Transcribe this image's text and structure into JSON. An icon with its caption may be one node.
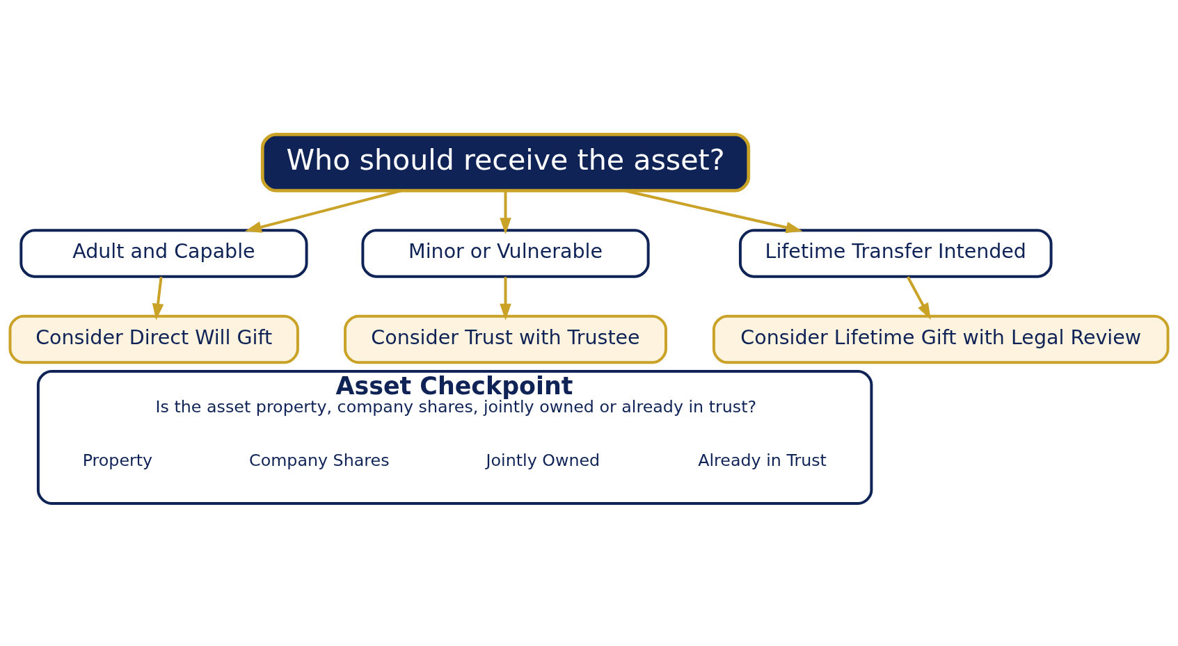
{
  "diagram": {
    "nodes": [
      {
        "text": [
          "Who should receive the asset?"
        ]
      },
      {
        "text": [
          "Adult and Capable"
        ]
      },
      {
        "text": [
          "Minor or Vulnerable"
        ]
      },
      {
        "text": [
          "Lifetime Transfer Intended"
        ]
      },
      {
        "text": [
          "Consider Direct Will Gift"
        ]
      },
      {
        "text": [
          "Consider Trust with Trustee"
        ]
      },
      {
        "text": [
          "Consider Lifetime Gift with Legal Review"
        ]
      },
      {
        "text": [
          "Asset Checkpoint",
          "Is the asset property, company shares, jointly owned or already in trust?"
        ]
      },
      {
        "text": [
          "Property"
        ],
        "in": 7
      },
      {
        "text": [
          "Company Shares"
        ],
        "in": 7
      },
      {
        "text": [
          "Jointly Owned"
        ],
        "in": 7
      },
      {
        "text": [
          "Already in Trust"
        ],
        "in": 7
      }
    ],
    "edges": [
      {
        "from": 0,
        "to": 1,
        "arrow": "to"
      },
      {
        "from": 0,
        "to": 2,
        "arrow": "to"
      },
      {
        "from": 0,
        "to": 3,
        "arrow": "to"
      },
      {
        "from": 1,
        "to": 4,
        "arrow": "to"
      },
      {
        "from": 2,
        "to": 5,
        "arrow": "to"
      },
      {
        "from": 3,
        "to": 6,
        "arrow": "to"
      }
    ]
  }
}
